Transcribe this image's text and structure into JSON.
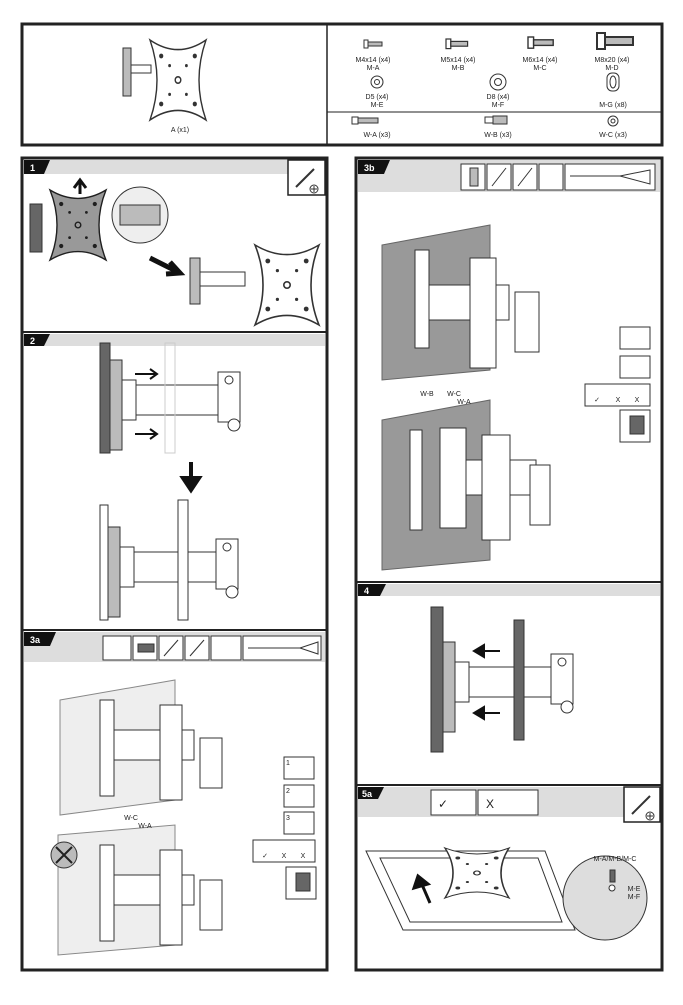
{
  "parts": {
    "bracket": "A (x1)",
    "screws": [
      {
        "size": "M4x14 (x4)",
        "code": "M-A"
      },
      {
        "size": "M5x14 (x4)",
        "code": "M-B"
      },
      {
        "size": "M6x14 (x4)",
        "code": "M-C"
      },
      {
        "size": "M8x20 (x4)",
        "code": "M-D"
      }
    ],
    "washers": [
      {
        "size": "D5 (x4)",
        "code": "M-E"
      },
      {
        "size": "D8 (x4)",
        "code": "M-F"
      },
      {
        "size": "",
        "code": "M-G (x8)"
      }
    ],
    "wall": [
      "W-A (x3)",
      "W-B (x3)",
      "W-C (x3)"
    ]
  },
  "steps": {
    "s1": "1",
    "s2": "2",
    "s3a": "3a",
    "s3b": "3b",
    "s4": "4",
    "s5a": "5a"
  },
  "labels": {
    "wb": "W-B",
    "wc": "W-C",
    "wa": "W-A",
    "wc2": "W-C",
    "wa2": "W-A",
    "screw_combo": "M-A/M-B/M-C",
    "me": "M-E",
    "mf": "M-F",
    "check": "✓",
    "cross": "X",
    "sub1": "1",
    "sub2": "2",
    "sub3": "3"
  }
}
